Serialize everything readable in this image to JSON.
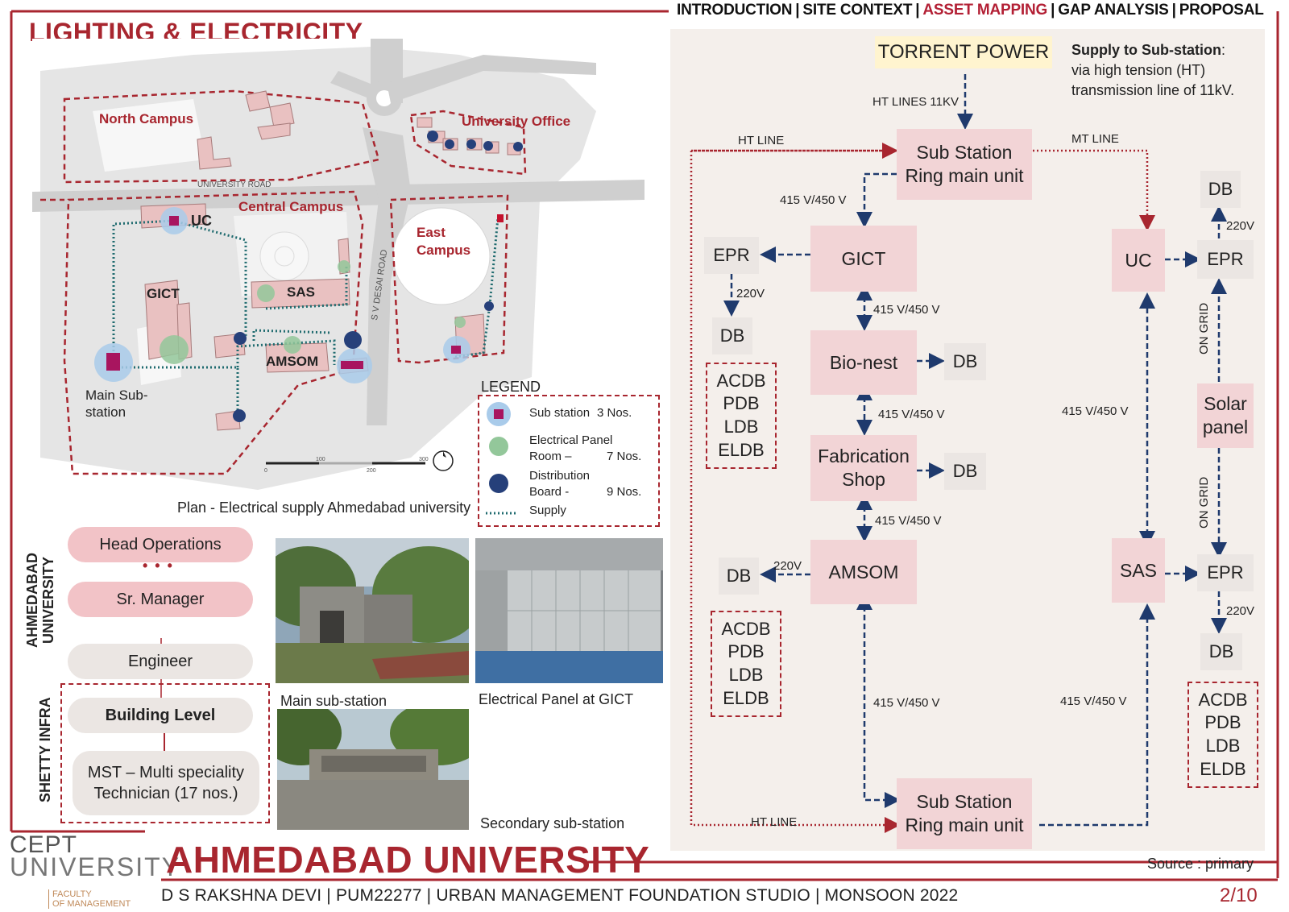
{
  "nav": {
    "items": [
      "INTRODUCTION",
      "SITE CONTEXT",
      "ASSET MAPPING",
      "GAP ANALYSIS",
      "PROPOSAL"
    ],
    "active": "ASSET MAPPING",
    "sep": "|"
  },
  "page_title": "LIGHTING & ELECTRICITY",
  "diagram": {
    "torrent": "TORRENT POWER",
    "supply_bold": "Supply to Sub-station",
    "supply_rest": ":",
    "supply_line2": "via high tension (HT)",
    "supply_line3": "transmission line of 11kV.",
    "ht_lines_11kv": "HT LINES 11KV",
    "ht_line": "HT LINE",
    "mt_line": "MT LINE",
    "substation_line1": "Sub Station",
    "substation_line2": "Ring main unit",
    "v415": "415 V/450 V",
    "v220": "220V",
    "on_grid": "ON GRID",
    "gict": "GICT",
    "bionest": "Bio-nest",
    "fab1": "Fabrication",
    "fab2": "Shop",
    "amsom": "AMSOM",
    "uc": "UC",
    "sas": "SAS",
    "solar1": "Solar",
    "solar2": "panel",
    "epr": "EPR",
    "db": "DB",
    "db_list": [
      "ACDB",
      "PDB",
      "LDB",
      "ELDB"
    ]
  },
  "map": {
    "north_campus": "North Campus",
    "university_office": "University Office",
    "university_road": "UNIVERSITY ROAD",
    "central_campus": "Central Campus",
    "east_campus_1": "East",
    "east_campus_2": "Campus",
    "sv_desai_road": "S V DESAI ROAD",
    "uc": "UC",
    "gict": "GICT",
    "sas": "SAS",
    "amsom": "AMSOM",
    "main_sub_1": "Main Sub-",
    "main_sub_2": "station",
    "scale": [
      "0",
      "100",
      "200",
      "300"
    ],
    "caption": "Plan - Electrical supply Ahmedabad university"
  },
  "legend": {
    "title": "LEGEND",
    "substation_label": "Sub station",
    "substation_count": "3 Nos.",
    "panel_label_1": "Electrical Panel",
    "panel_label_2": "Room –",
    "panel_count": "7 Nos.",
    "db_label_1": "Distribution",
    "db_label_2": "Board     -",
    "db_count": "9 Nos.",
    "supply_label": "Supply"
  },
  "org": {
    "ahmedabad_1": "AHMEDABAD",
    "ahmedabad_2": "UNIVERSITY",
    "shetty": "SHETTY INFRA",
    "head": "Head Operations",
    "dots": "• • •",
    "manager": "Sr. Manager",
    "engineer": "Engineer",
    "building": "Building Level",
    "mst_1": "MST – Multi speciality",
    "mst_2": "Technician (17 nos.)"
  },
  "photos": {
    "main": "Main sub-station",
    "panel": "Electrical Panel at GICT",
    "secondary": "Secondary sub-station"
  },
  "footer": {
    "logo_line1": "CEPT",
    "logo_line2": "UNIVERSITY",
    "faculty_1": "FACULTY",
    "faculty_2": "OF MANAGEMENT",
    "title": "AHMEDABAD UNIVERSITY",
    "credits": "D S RAKSHNA DEVI | PUM22277 | URBAN MANAGEMENT FOUNDATION STUDIO | MONSOON 2022",
    "source": "Source : primary",
    "page": "2/10"
  },
  "colors": {
    "brand_red": "#a8262f",
    "pink_box": "#f2d4d6",
    "grey_box": "#ebe6e3",
    "arrow_blue": "#1f3a6d",
    "substation_blue": "#a9cbea",
    "panel_green": "#93c79a",
    "db_navy": "#26407a"
  }
}
